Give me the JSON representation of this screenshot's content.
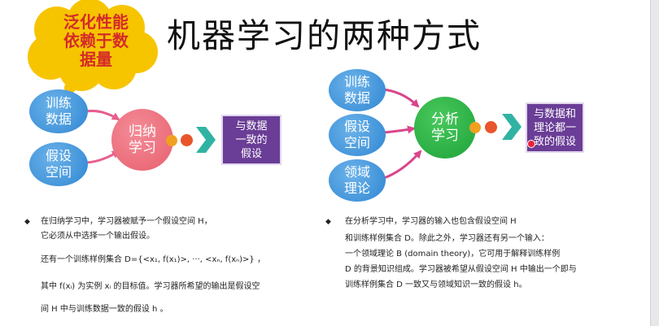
{
  "title": "机器学习的两种方式",
  "callout": {
    "lines": [
      "泛化性能",
      "依赖于数",
      "据量"
    ]
  },
  "left_diagram": {
    "inputs": [
      [
        "训练",
        "数据"
      ],
      [
        "假设",
        "空间"
      ]
    ],
    "center": [
      "归纳",
      "学习"
    ],
    "output": [
      "与数据",
      "一致的",
      "假设"
    ]
  },
  "right_diagram": {
    "inputs": [
      [
        "训练",
        "数据"
      ],
      [
        "假设",
        "空间"
      ],
      [
        "领域",
        "理论"
      ]
    ],
    "center": [
      "分析",
      "学习"
    ],
    "output": [
      "与数据和",
      "理论都一",
      "致的假设"
    ]
  },
  "colors": {
    "blue": "#2f86d2",
    "pink": "#e85f6e",
    "green": "#1da33a",
    "purple": "#6a3d96",
    "orange": "#f0a021",
    "dot_red": "#e8552d",
    "chevron": "#31b3a4",
    "callout_fill": "#f7c400",
    "callout_text": "#d42a2a"
  },
  "left_text": {
    "line1": "在归纳学习中，学习器被赋予一个假设空间 H，",
    "line2": "它必须从中选择一个输出假设。",
    "line3": "还有一个训练样例集合 D={<x₁, f(x₁)>, ···, <xₙ, f(xₙ)>} ，",
    "line4": "其中   f(xᵢ) 为实例 xᵢ 的目标值。学习器所希望的输出是假设空",
    "line5": "间 H 中与训练数据一致的假设 h 。"
  },
  "right_text": {
    "line1": "在分析学习中，学习器的输入也包含假设空间 H",
    "line2": "和训练样例集合 D。除此之外，学习器还有另一个输入：",
    "line3": "一个领域理论 B  (domain theory)，它可用于解释训练样例",
    "line4": "D 的背景知识组成。学习器被希望从假设空间 H 中输出一个即与",
    "line5": "训练样例集合 D 一致又与领域知识一致的假设 h。"
  }
}
